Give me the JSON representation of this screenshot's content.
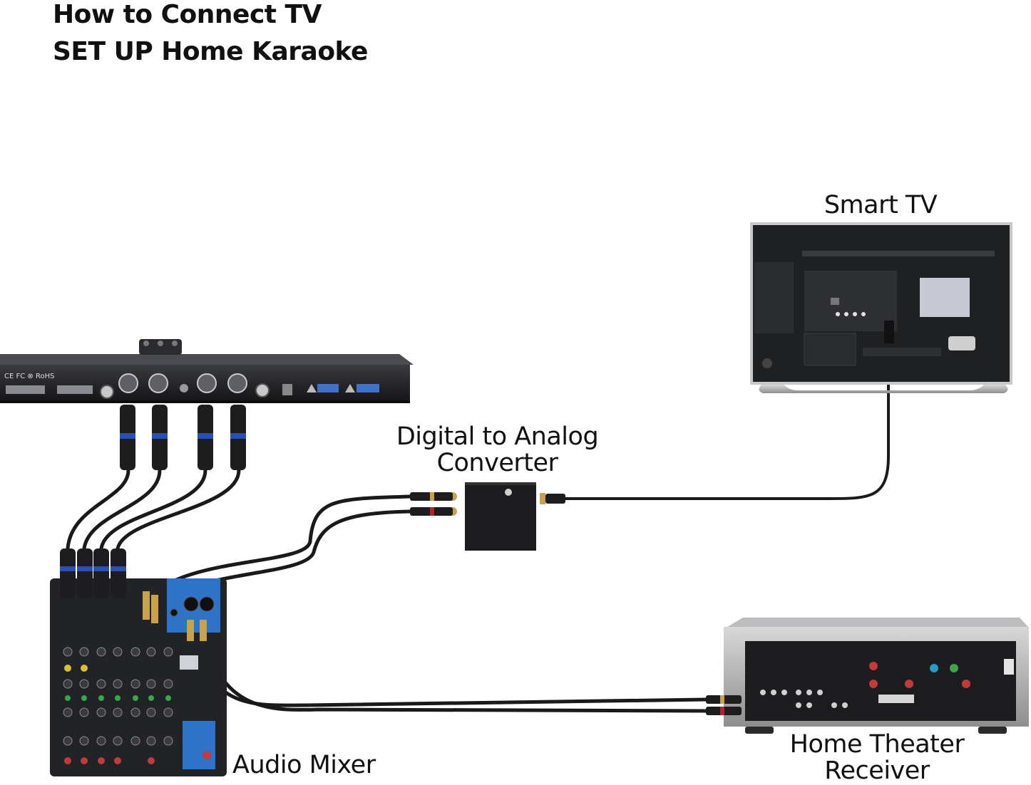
{
  "title": {
    "line1": "How to Connect TV",
    "line2": "SET UP Home Karaoke"
  },
  "devices": {
    "smart_tv": "Smart TV",
    "converter_line1": "Digital to Analog",
    "converter_line2": "Converter",
    "mixer": "Audio Mixer",
    "receiver_line1": "Home Theater",
    "receiver_line2": "Receiver"
  },
  "colors": {
    "device_body": "#1c1c1e",
    "device_face": "#2a2b2e",
    "cable": "#1a1a1a",
    "xlr_accent": "#2b4fb5",
    "mixer_blue": "#2f73c9",
    "rca_gold": "#c8a24a",
    "rca_red": "#b0232a",
    "tv_screen_panel": "#c9c9d4"
  }
}
